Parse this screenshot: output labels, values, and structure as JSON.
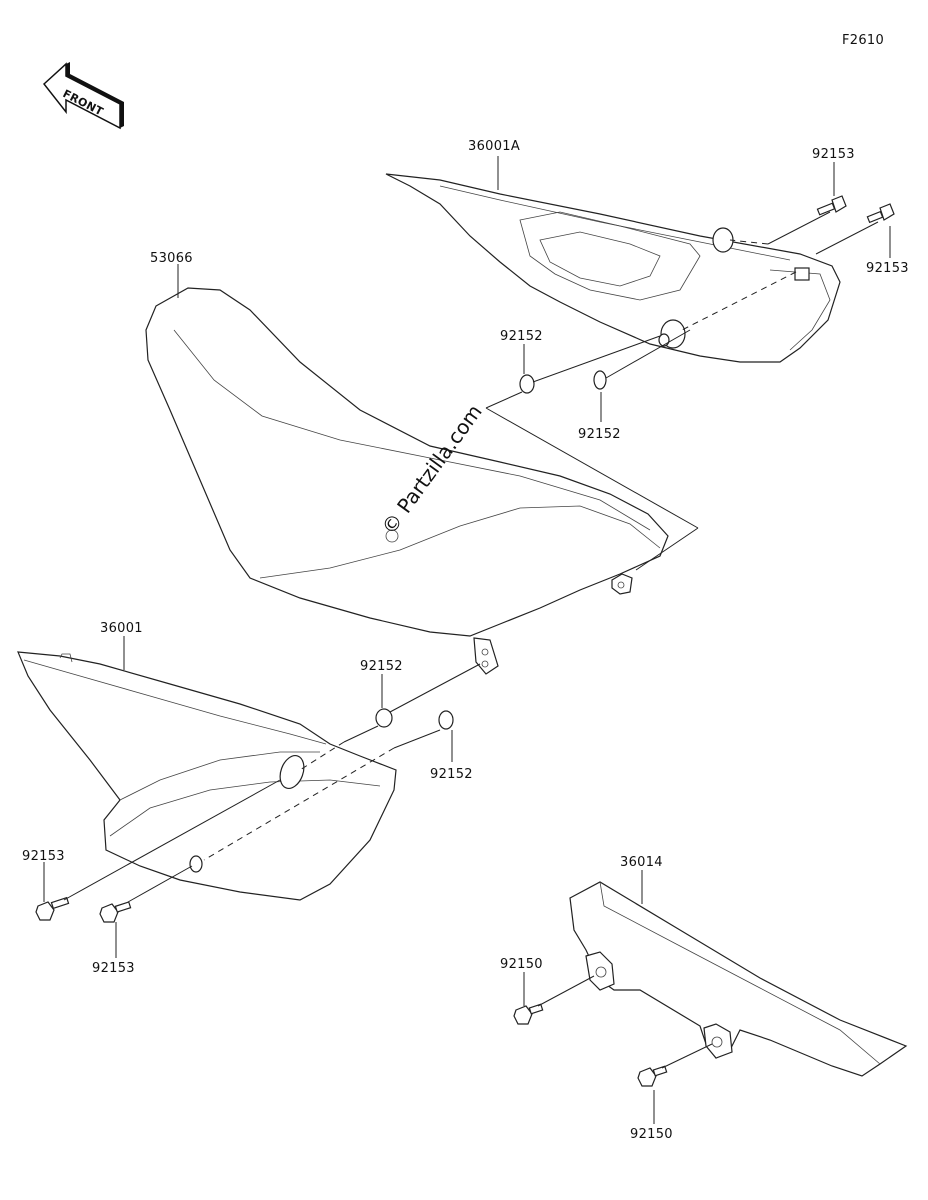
{
  "diagram": {
    "code": "F2610",
    "front_label": "FRONT",
    "watermark": "© Partzilla.com"
  },
  "parts": {
    "cover_right": "36001A",
    "seat": "53066",
    "cover_left": "36001",
    "chain_guard": "36014",
    "bolt_top_a": "92153",
    "bolt_top_b": "92153",
    "collar_top_a": "92152",
    "collar_top_b": "92152",
    "collar_mid_a": "92152",
    "collar_mid_b": "92152",
    "bolt_left_a": "92153",
    "bolt_left_b": "92153",
    "bolt_chain_a": "92150",
    "bolt_chain_b": "92150"
  }
}
